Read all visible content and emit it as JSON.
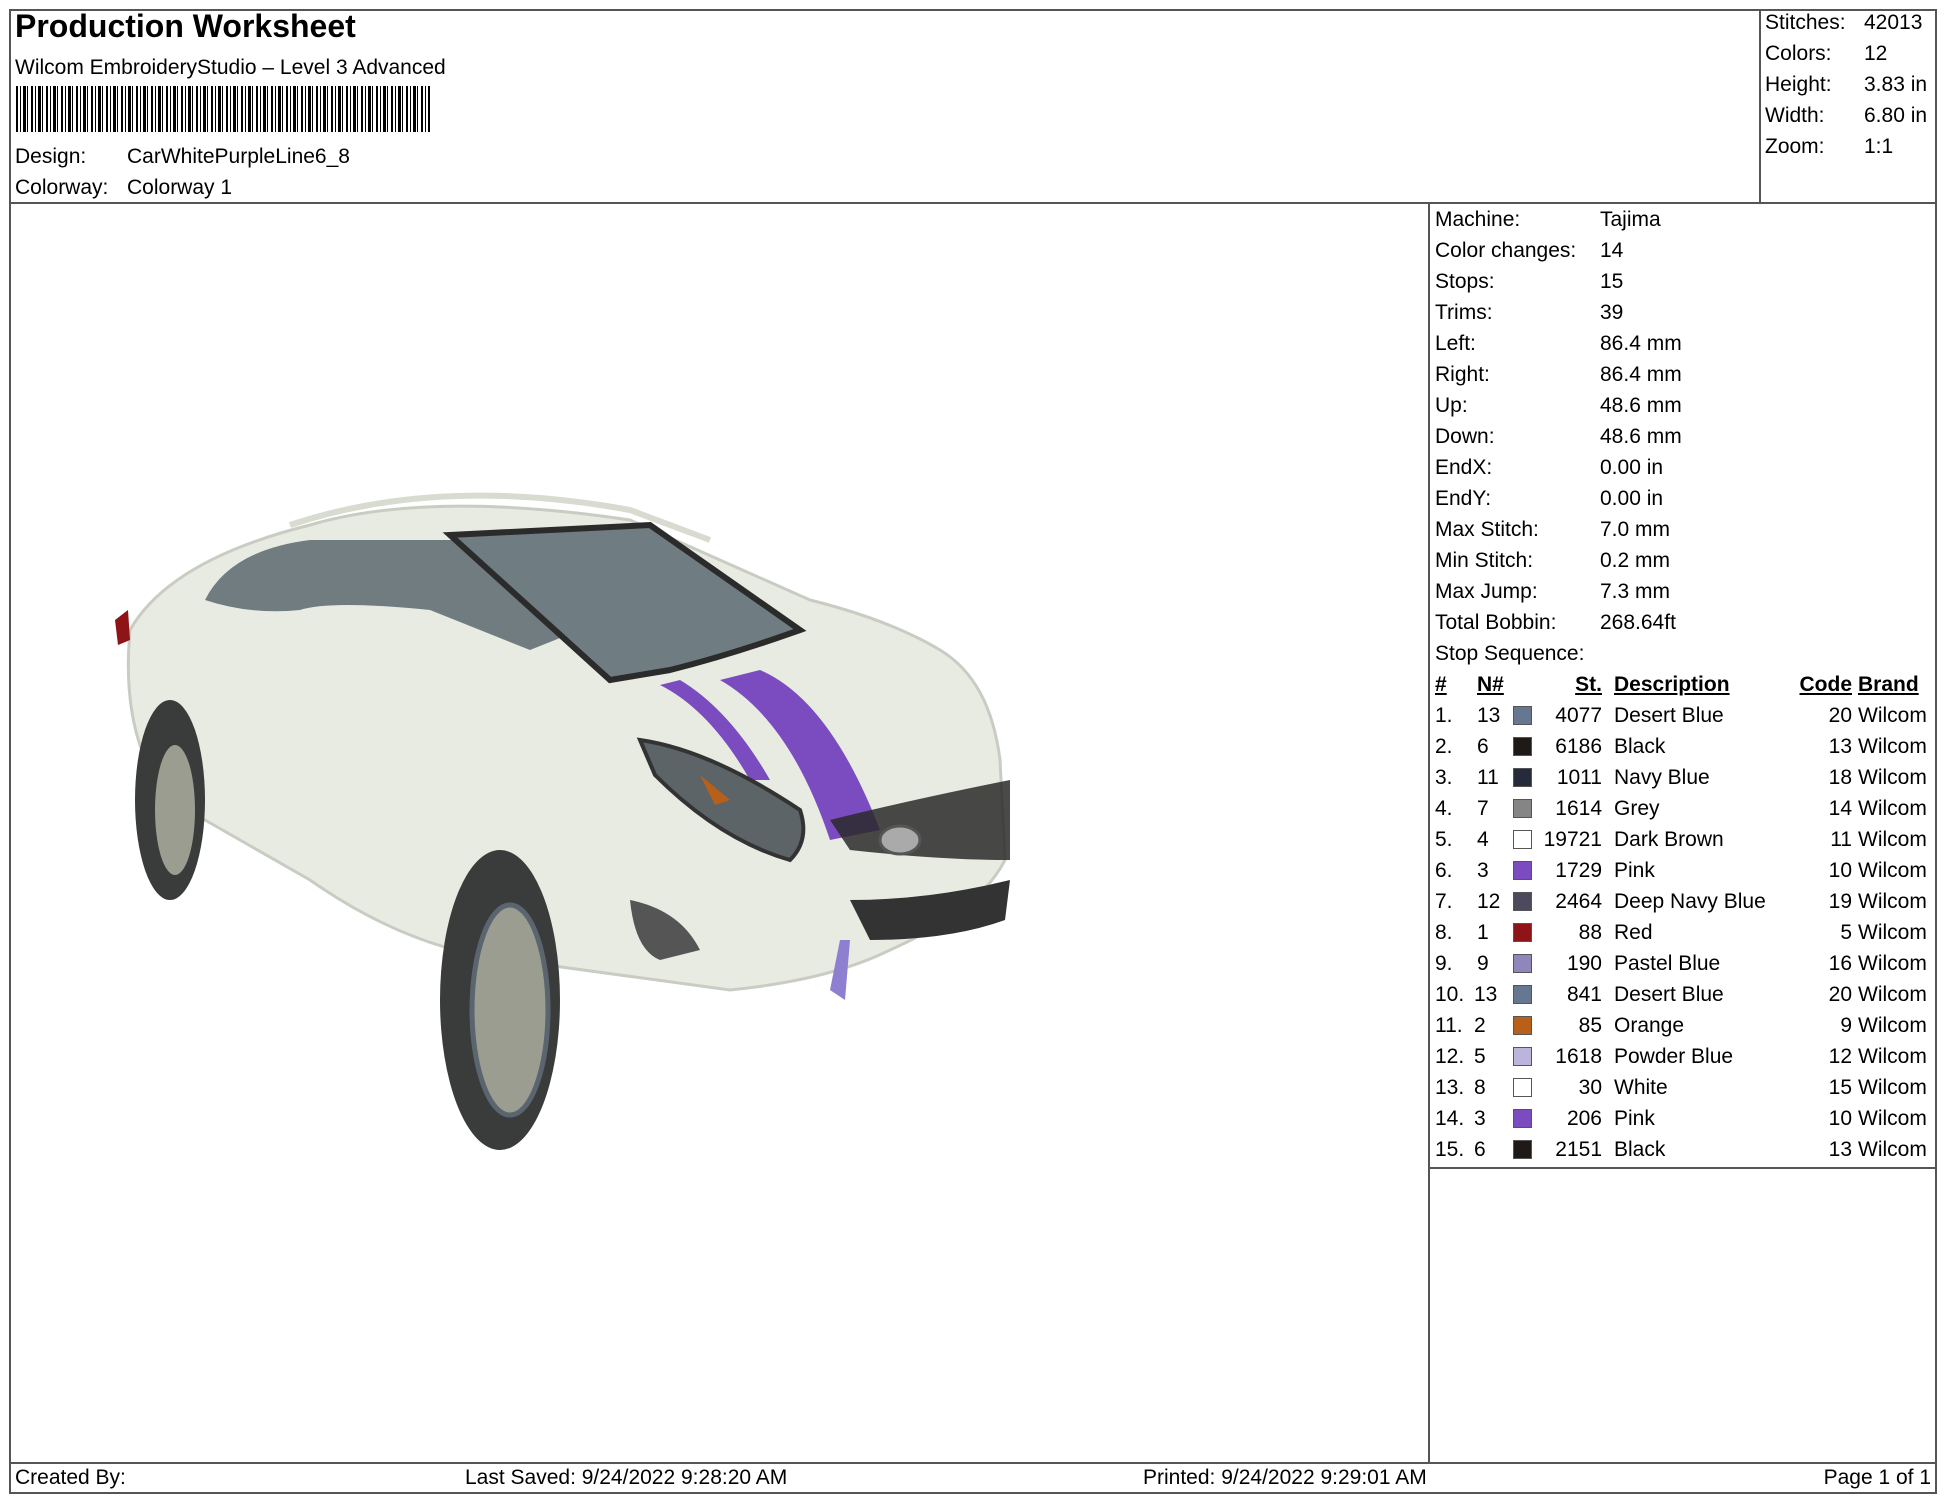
{
  "header": {
    "title": "Production Worksheet",
    "subtitle": "Wilcom EmbroideryStudio – Level 3 Advanced",
    "design_label": "Design:",
    "design": "CarWhitePurpleLine6_8",
    "colorway_label": "Colorway:",
    "colorway": "Colorway 1"
  },
  "stats": [
    {
      "label": "Stitches:",
      "value": "42013"
    },
    {
      "label": "Colors:",
      "value": "12"
    },
    {
      "label": "Height:",
      "value": "3.83 in"
    },
    {
      "label": "Width:",
      "value": "6.80 in"
    },
    {
      "label": "Zoom:",
      "value": "1:1"
    }
  ],
  "machine": [
    {
      "label": "Machine:",
      "value": "Tajima"
    },
    {
      "label": "Color changes:",
      "value": "14"
    },
    {
      "label": "Stops:",
      "value": "15"
    },
    {
      "label": "Trims:",
      "value": "39"
    },
    {
      "label": "Left:",
      "value": "86.4 mm"
    },
    {
      "label": "Right:",
      "value": "86.4 mm"
    },
    {
      "label": "Up:",
      "value": "48.6 mm"
    },
    {
      "label": "Down:",
      "value": "48.6 mm"
    },
    {
      "label": "EndX:",
      "value": "0.00 in"
    },
    {
      "label": "EndY:",
      "value": "0.00 in"
    },
    {
      "label": "Max Stitch:",
      "value": "7.0 mm"
    },
    {
      "label": "Min Stitch:",
      "value": "0.2 mm"
    },
    {
      "label": "Max Jump:",
      "value": "7.3 mm"
    },
    {
      "label": "Total Bobbin:",
      "value": "268.64ft"
    }
  ],
  "stop_sequence": {
    "label": "Stop Sequence:",
    "headers": {
      "num": "#",
      "n": "N#",
      "st": "St.",
      "desc": "Description",
      "code": "Code",
      "brand": "Brand"
    },
    "rows": [
      {
        "num": "1.",
        "n": "13",
        "color": "#66788f",
        "st": "4077",
        "desc": "Desert Blue",
        "code": "20",
        "brand": "Wilcom"
      },
      {
        "num": "2.",
        "n": "6",
        "color": "#1f1a18",
        "st": "6186",
        "desc": "Black",
        "code": "13",
        "brand": "Wilcom"
      },
      {
        "num": "3.",
        "n": "11",
        "color": "#252b3b",
        "st": "1011",
        "desc": "Navy Blue",
        "code": "18",
        "brand": "Wilcom"
      },
      {
        "num": "4.",
        "n": "7",
        "color": "#858585",
        "st": "1614",
        "desc": "Grey",
        "code": "14",
        "brand": "Wilcom"
      },
      {
        "num": "5.",
        "n": "4",
        "color": "#ffffff",
        "st": "19721",
        "desc": "Dark Brown",
        "code": "11",
        "brand": "Wilcom"
      },
      {
        "num": "6.",
        "n": "3",
        "color": "#7a4cc0",
        "st": "1729",
        "desc": "Pink",
        "code": "10",
        "brand": "Wilcom"
      },
      {
        "num": "7.",
        "n": "12",
        "color": "#4c4a5c",
        "st": "2464",
        "desc": "Deep Navy Blue",
        "code": "19",
        "brand": "Wilcom"
      },
      {
        "num": "8.",
        "n": "1",
        "color": "#8e1418",
        "st": "88",
        "desc": "Red",
        "code": "5",
        "brand": "Wilcom"
      },
      {
        "num": "9.",
        "n": "9",
        "color": "#8f86bb",
        "st": "190",
        "desc": "Pastel Blue",
        "code": "16",
        "brand": "Wilcom"
      },
      {
        "num": "10.",
        "n": "13",
        "color": "#66788f",
        "st": "841",
        "desc": "Desert Blue",
        "code": "20",
        "brand": "Wilcom"
      },
      {
        "num": "11.",
        "n": "2",
        "color": "#b85f1a",
        "st": "85",
        "desc": "Orange",
        "code": "9",
        "brand": "Wilcom"
      },
      {
        "num": "12.",
        "n": "5",
        "color": "#bcb4da",
        "st": "1618",
        "desc": "Powder Blue",
        "code": "12",
        "brand": "Wilcom"
      },
      {
        "num": "13.",
        "n": "8",
        "color": "#ffffff",
        "st": "30",
        "desc": "White",
        "code": "15",
        "brand": "Wilcom"
      },
      {
        "num": "14.",
        "n": "3",
        "color": "#7a4cc0",
        "st": "206",
        "desc": "Pink",
        "code": "10",
        "brand": "Wilcom"
      },
      {
        "num": "15.",
        "n": "6",
        "color": "#1f1a18",
        "st": "2151",
        "desc": "Black",
        "code": "13",
        "brand": "Wilcom"
      }
    ]
  },
  "footer": {
    "created_by": "Created By:",
    "last_saved": "Last Saved: 9/24/2022 9:28:20 AM",
    "printed": "Printed: 9/24/2022 9:29:01 AM",
    "page": "Page 1 of 1"
  }
}
